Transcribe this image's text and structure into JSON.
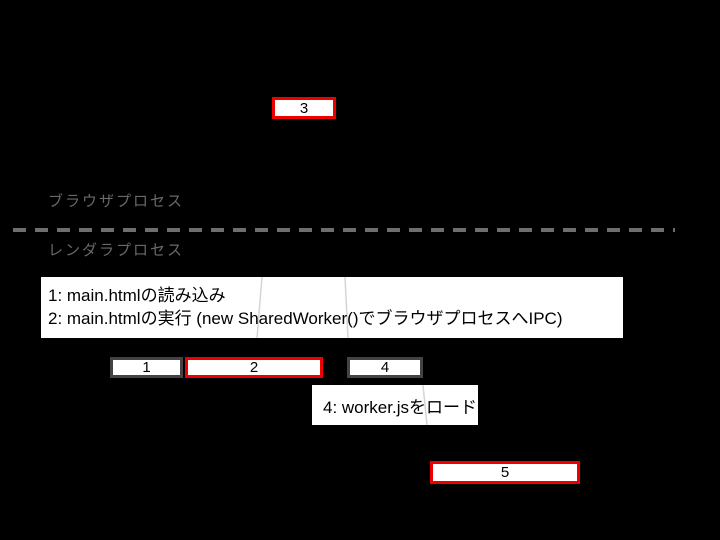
{
  "diagram": {
    "lanes": {
      "browser_label": "ブラウザプロセス",
      "renderer_label": "レンダラプロセス"
    },
    "boxes": {
      "box1_label": "1",
      "box2_label": "2",
      "box3_label": "3",
      "box4_label": "4",
      "box5_label": "5"
    },
    "notes": {
      "main_note_line1": "1: main.htmlの読み込み",
      "main_note_line2": "2: main.htmlの実行 (new SharedWorker()でブラウザプロセスへIPC)",
      "worker_note": "4: worker.jsをロード"
    },
    "colors": {
      "background": "#000000",
      "highlight_border": "#ee0000",
      "normal_border": "#434343",
      "lane_text": "#696969",
      "divider": "#6e6e6e",
      "connector": "#d5d5d5",
      "note_background": "#ffffff"
    }
  }
}
